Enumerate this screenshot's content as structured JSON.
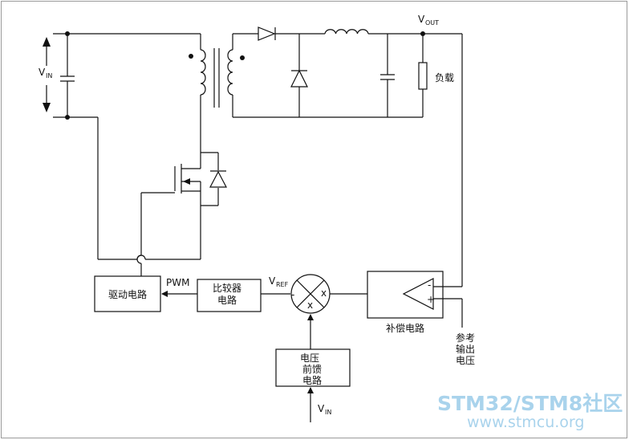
{
  "labels": {
    "vin_top": "V",
    "vin_top_sub": "IN",
    "vout": "V",
    "vout_sub": "OUT",
    "load": "负载",
    "pwm": "PWM",
    "vref": "V",
    "vref_sub": "REF",
    "vin_bottom": "V",
    "vin_bottom_sub": "IN",
    "compensation": "补偿电路",
    "reference_line1": "参考",
    "reference_line2": "输出",
    "reference_line3": "电压",
    "minus_sign": "-",
    "plus_sign": "+",
    "mixer_x1": "x",
    "mixer_x2": "x",
    "mixer_minus": "-"
  },
  "blocks": {
    "driver": "驱动电路",
    "comparator_line1": "比较器",
    "comparator_line2": "电路",
    "feedforward_line1": "电压",
    "feedforward_line2": "前馈",
    "feedforward_line3": "电路"
  },
  "watermark": {
    "line1_a": "STM32",
    "line1_b": "/",
    "line1_c": "STM8社区",
    "line2": "www.stmcu.org",
    "color": "#a9d3ec"
  }
}
